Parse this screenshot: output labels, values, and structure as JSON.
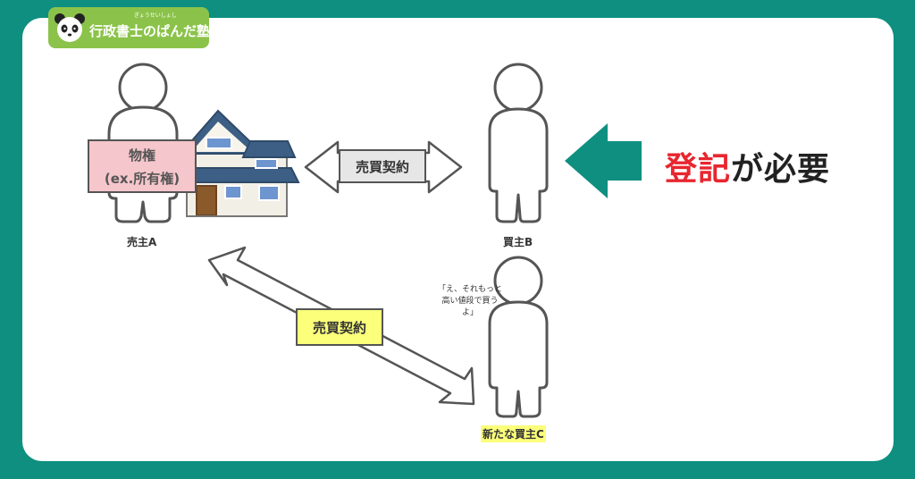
{
  "logo": {
    "ruby": "ぎょうせいしょし",
    "title": "行政書士のぱんだ塾"
  },
  "diagram": {
    "seller_label": "売主A",
    "buyer_b_label": "買主B",
    "buyer_c_label": "新たな買主C",
    "property_right_line1": "物権",
    "property_right_line2": "(ex.所有権)",
    "contract_ab": "売買契約",
    "contract_ac": "売買契約",
    "quote_line1": "「え、それもっと",
    "quote_line2": "高い値段で買う",
    "quote_line3": "よ」",
    "required_red": "登記",
    "required_rest": "が必要"
  },
  "colors": {
    "frame": "#0e8f80",
    "logo_bg": "#8bc34a",
    "pink_box": "#f5c6cb",
    "yellow_box": "#fbff7a",
    "gray_box": "#e6e6e6",
    "accent_red": "#e8262f",
    "arrow_teal": "#0e8f80"
  }
}
